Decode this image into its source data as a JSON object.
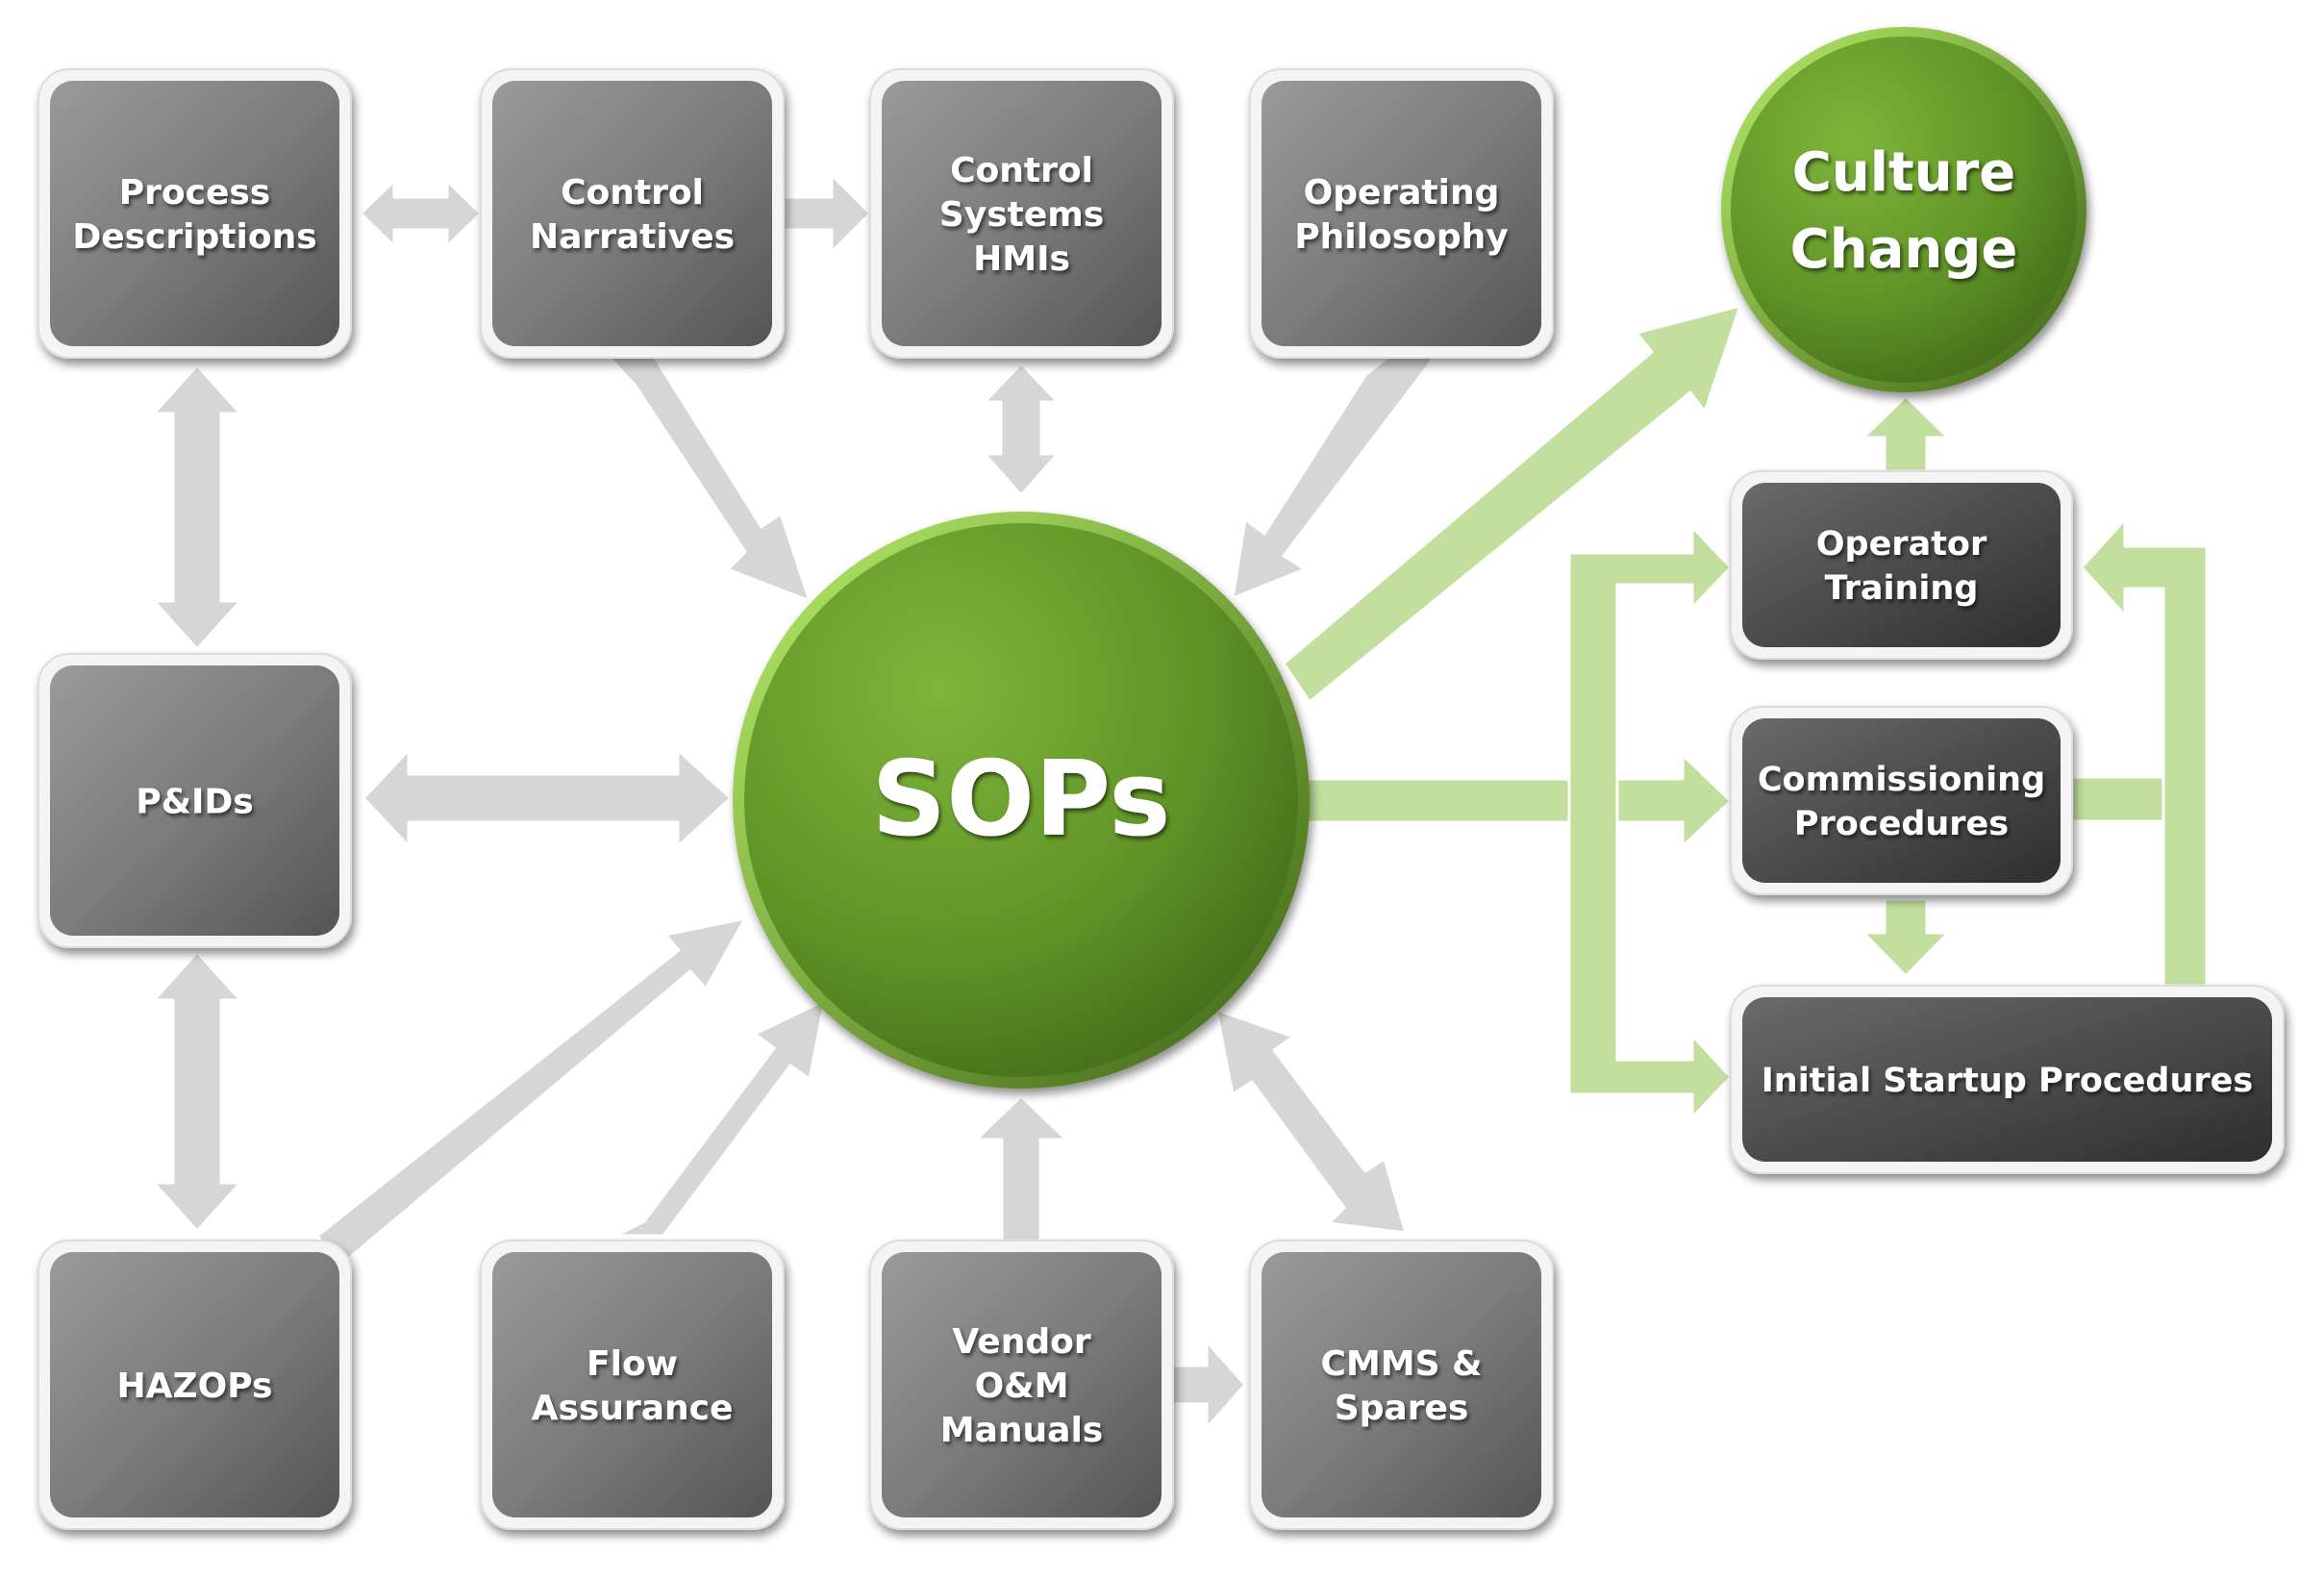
{
  "center": {
    "label": "SOPs"
  },
  "goal": {
    "line1": "Culture",
    "line2": "Change"
  },
  "boxes": {
    "process_descriptions": [
      "Process",
      "Descriptions"
    ],
    "control_narratives": [
      "Control",
      "Narratives"
    ],
    "control_systems_hmis": [
      "Control",
      "Systems",
      "HMIs"
    ],
    "operating_philosophy": [
      "Operating",
      "Philosophy"
    ],
    "pids": [
      "P&IDs"
    ],
    "hazops": [
      "HAZOPs"
    ],
    "flow_assurance": [
      "Flow",
      "Assurance"
    ],
    "vendor_om_manuals": [
      "Vendor",
      "O&M",
      "Manuals"
    ],
    "cmms_spares": [
      "CMMS &",
      "Spares"
    ],
    "operator_training": [
      "Operator",
      "Training"
    ],
    "commissioning_procedures": [
      "Commissioning",
      "Procedures"
    ],
    "initial_startup_procedures": [
      "Initial Startup Procedures"
    ]
  },
  "colors": {
    "box_gray": "#7a7a7a",
    "box_dark": "#4a4a4a",
    "green_light": "#8cc63f",
    "green_dark": "#4e7a1f",
    "arrow_gray": "#d6d6d6",
    "arrow_green": "#c3df9e"
  }
}
